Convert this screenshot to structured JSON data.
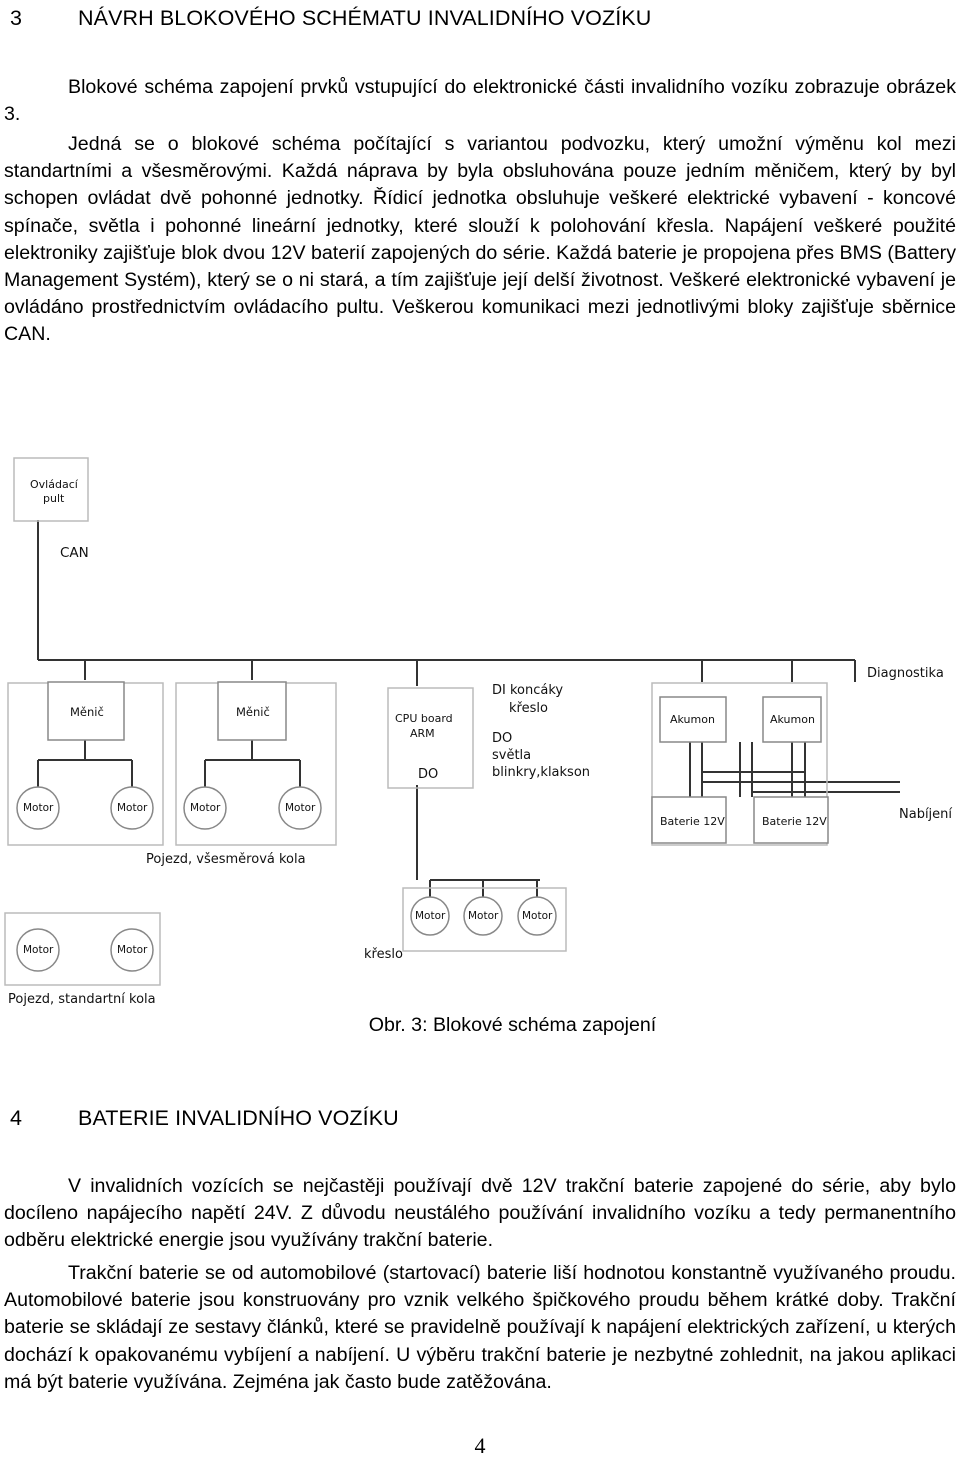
{
  "section3": {
    "number": "3",
    "title": "NÁVRH BLOKOVÉHO SCHÉMATU INVALIDNÍHO VOZÍKU",
    "paragraph1": "Blokové schéma zapojení prvků vstupující do elektronické části invalidního vozíku zobrazuje obrázek 3.",
    "paragraph2": "Jedná se o blokové schéma počítající s variantou podvozku, který umožní výměnu kol mezi standartními a všesměrovými. Každá náprava by byla obsluhována pouze jedním měničem, který by byl schopen ovládat dvě pohonné jednotky. Řídicí jednotka obsluhuje veškeré elektrické vybavení - koncové spínače, světla i pohonné lineární jednotky, které slouží k polohování křesla. Napájení veškeré použité elektroniky zajišťuje blok dvou 12V baterií zapojených do série. Každá baterie je propojena přes BMS (Battery Management Systém), který se o ni stará, a tím zajišťuje její delší životnost. Veškeré elektronické vybavení je ovládáno prostřednictvím ovládacího pultu. Veškerou komunikaci mezi jednotlivými bloky zajišťuje sběrnice CAN."
  },
  "diagram": {
    "control_panel": [
      "Ovládací",
      "pult"
    ],
    "bus_label": "CAN",
    "inverter": "Měnič",
    "motor": "Motor",
    "cpu": [
      "CPU board",
      "ARM"
    ],
    "di_label": [
      "DI koncáky",
      "křeslo"
    ],
    "do_label": [
      "DO",
      "světla",
      "blinkry,klakson"
    ],
    "do_short": "DO",
    "diagnostics": "Diagnostika",
    "accumulator": "Akumon",
    "battery": "Baterie 12V",
    "charging": "Nabíjení",
    "omni_label": "Pojezd, všesměrová kola",
    "standard_label": "Pojezd, standartní kola",
    "seat_label": "křeslo"
  },
  "caption": "Obr. 3: Blokové schéma zapojení",
  "section4": {
    "number": "4",
    "title": "BATERIE INVALIDNÍHO VOZÍKU",
    "paragraph1": "V invalidních vozících se nejčastěji používají dvě 12V trakční baterie zapojené do série, aby bylo docíleno napájecího napětí 24V. Z důvodu neustálého používání invalidního vozíku a tedy permanentního odběru elektrické energie jsou využívány trakční baterie.",
    "paragraph2": "Trakční baterie se od automobilové (startovací) baterie liší hodnotou konstantně využívaného proudu. Automobilové baterie jsou konstruovány pro vznik velkého špičkového proudu během krátké doby. Trakční baterie se skládají ze sestavy článků, které se pravidelně používají k napájení elektrických zařízení, u kterých dochází k opakovanému vybíjení a nabíjení. U výběru trakční baterie je nezbytné zohlednit, na jakou aplikaci má být baterie využívána. Zejména jak často bude zatěžována."
  },
  "page_number": "4"
}
